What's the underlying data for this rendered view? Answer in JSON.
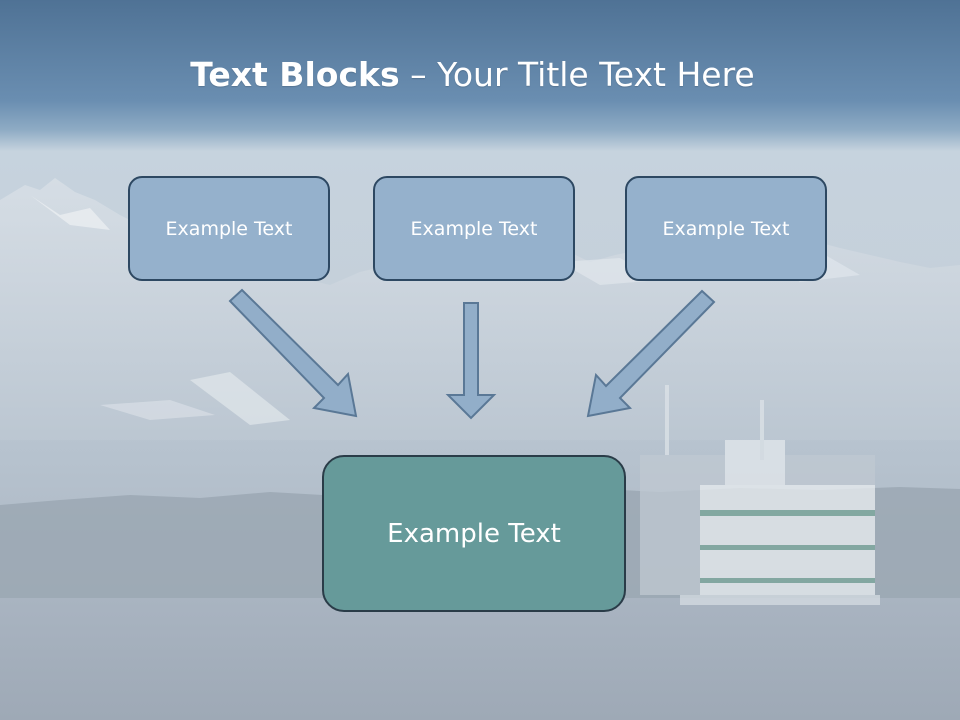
{
  "slide": {
    "title_bold": "Text Blocks",
    "title_sep": " – ",
    "title_rest": "Your Title Text Here",
    "top_boxes": [
      {
        "label": "Example Text"
      },
      {
        "label": "Example Text"
      },
      {
        "label": "Example Text"
      }
    ],
    "bottom_box": {
      "label": "Example Text"
    },
    "colors": {
      "top_box_fill": "#95b1cc",
      "top_box_border": "#2d4862",
      "bottom_box_fill": "#669a9a",
      "bottom_box_border": "#2a3c48",
      "arrow_fill": "#92aec9",
      "arrow_stroke": "#5a7896"
    },
    "background": "photo-mountains-and-ferry"
  }
}
